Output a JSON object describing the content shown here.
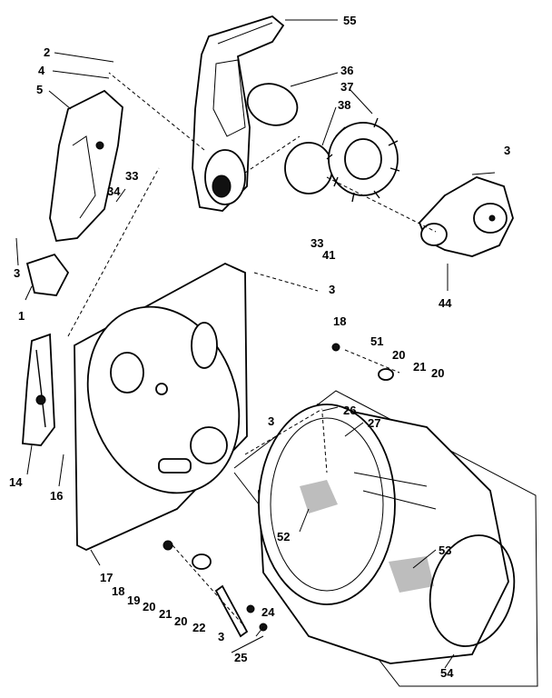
{
  "callouts": {
    "c55": "55",
    "c2": "2",
    "c4": "4",
    "c5": "5",
    "c36": "36",
    "c37": "37",
    "c38": "38",
    "c3_upper_right": "3",
    "c33_left": "33",
    "c34": "34",
    "c3_left": "3",
    "c1": "1",
    "c33_center": "33",
    "c41": "41",
    "c44": "44",
    "c3_center": "3",
    "c18_right": "18",
    "c51": "51",
    "c20_right_top": "20",
    "c21_right": "21",
    "c20_right_bottom": "20",
    "c26": "26",
    "c27": "27",
    "c3_mid_right": "3",
    "c14": "14",
    "c16": "16",
    "c52": "52",
    "c53": "53",
    "c17": "17",
    "c18_bottom": "18",
    "c19": "19",
    "c20_bottom_a": "20",
    "c21_bottom": "21",
    "c20_bottom_b": "20",
    "c22": "22",
    "c24": "24",
    "c3_bottom": "3",
    "c25": "25",
    "c54": "54"
  }
}
